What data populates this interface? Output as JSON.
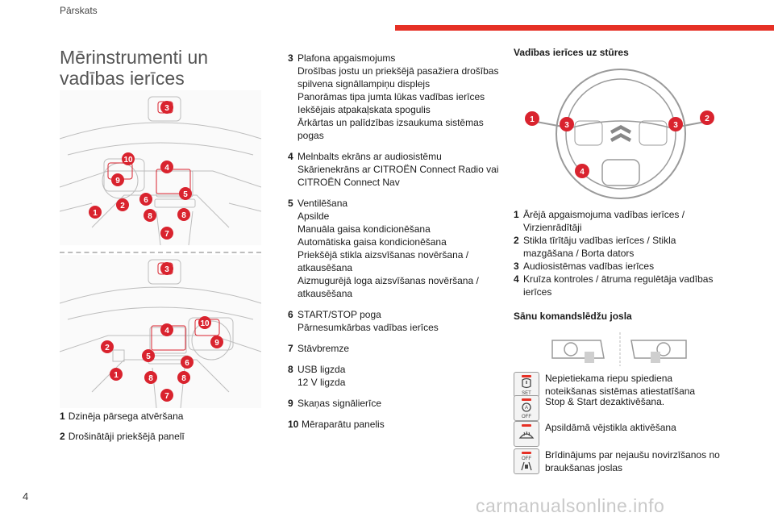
{
  "header": {
    "section": "Pārskats"
  },
  "page": {
    "title_line1": "Mērinstrumenti un",
    "title_line2": "vadības ierīces",
    "number": "4"
  },
  "left_captions": [
    {
      "num": "1",
      "text": "Dzinēja pārsega atvēršana"
    },
    {
      "num": "2",
      "text": "Drošinātāji priekšējā panelī"
    }
  ],
  "items": [
    {
      "num": "3",
      "lines": [
        "Plafona apgaismojums",
        "Drošības jostu un priekšējā pasažiera drošības",
        "spilvena signāllampiņu displejs",
        "Panorāmas tipa jumta lūkas vadības ierīces",
        "Iekšējais atpakaļskata spogulis",
        "Ārkārtas un palīdzības izsaukuma sistēmas",
        "pogas"
      ]
    },
    {
      "num": "4",
      "lines": [
        "Melnbalts ekrāns ar audiosistēmu",
        "Skārienekrāns ar CITROËN Connect Radio vai",
        "CITROËN Connect Nav"
      ]
    },
    {
      "num": "5",
      "lines": [
        "Ventilēšana",
        "Apsilde",
        "Manuāla gaisa kondicionēšana",
        "Automātiska gaisa kondicionēšana",
        "Priekšējā stikla aizsvīšanas novēršana /",
        "atkausēšana",
        "Aizmugurējā loga aizsvīšanas novēršana /",
        "atkausēšana"
      ]
    },
    {
      "num": "6",
      "lines": [
        "START/STOP poga",
        "Pārnesumkārbas vadības ierīces"
      ]
    },
    {
      "num": "7",
      "lines": [
        "Stāvbremze"
      ]
    },
    {
      "num": "8",
      "lines": [
        "USB ligzda",
        "12 V ligzda"
      ]
    },
    {
      "num": "9",
      "lines": [
        "Skaņas signālierīce"
      ]
    },
    {
      "num": "10",
      "lines": [
        "Mēraparātu panelis"
      ]
    }
  ],
  "steering": {
    "title": "Vadības ierīces uz stūres",
    "legend": [
      {
        "num": "1",
        "lines": [
          "Ārējā apgaismojuma vadības ierīces /",
          "Virzienrādītāji"
        ]
      },
      {
        "num": "2",
        "lines": [
          "Stikla tīrītāju vadības ierīces / Stikla",
          "mazgāšana / Borta dators"
        ]
      },
      {
        "num": "3",
        "lines": [
          "Audiosistēmas vadības ierīces"
        ]
      },
      {
        "num": "4",
        "lines": [
          "Kruīza kontroles / ātruma regulētāja vadības",
          "ierīces"
        ]
      }
    ]
  },
  "switch_panel": {
    "title": "Sānu komandslēdžu josla",
    "buttons": [
      {
        "icon": "tyre-pressure-set-icon",
        "label": "SET",
        "lines": [
          "Nepietiekama riepu spiediena",
          "noteikšanas sistēmas atiestatīšana"
        ]
      },
      {
        "icon": "stop-start-off-icon",
        "label": "OFF",
        "lines": [
          "Stop & Start dezaktivēšana."
        ]
      },
      {
        "icon": "heated-windscreen-icon",
        "label": "",
        "lines": [
          "Apsildāmā vējstikla aktivēšana"
        ]
      },
      {
        "icon": "lane-departure-off-icon",
        "label": "OFF",
        "lines": [
          "Brīdinājums par nejaušu novirzīšanos no",
          "braukšanas joslas"
        ]
      }
    ]
  },
  "callouts": {
    "top": [
      "10",
      "4",
      "9",
      "6",
      "5",
      "1",
      "2",
      "8",
      "8",
      "7",
      "3"
    ],
    "bottom": [
      "3",
      "10",
      "4",
      "9",
      "2",
      "5",
      "6",
      "1",
      "8",
      "8",
      "7"
    ],
    "wheel": [
      "1",
      "3",
      "3",
      "2",
      "4"
    ]
  },
  "footer": {
    "watermark": "carmanualsonline.info"
  },
  "colors": {
    "accent": "#e63025",
    "callout": "#d9232e"
  }
}
